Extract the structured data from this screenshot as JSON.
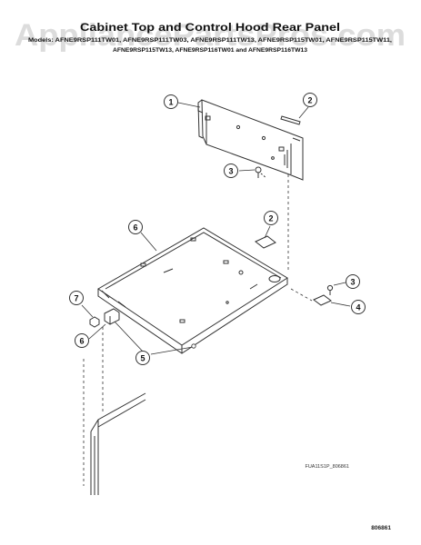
{
  "watermark": "AppliancePartsPros.com",
  "header": {
    "title": "Cabinet Top and Control Hood Rear Panel",
    "models_line1": "Models: AFNE9RSP111TW01, AFNE9RSP111TW03, AFNE9RSP111TW13, AFNE9RSP115TW01, AFNE9RSP115TW11,",
    "models_line2": "AFNE9RSP115TW13, AFNE9RSP116TW01 and AFNE9RSP116TW13"
  },
  "callouts": [
    "1",
    "2",
    "3",
    "2",
    "6",
    "3",
    "4",
    "7",
    "5",
    "6"
  ],
  "figure_code": "FUA11S1P_806861",
  "page_code": "806861",
  "colors": {
    "line": "#333333",
    "watermark": "#d6d6d6"
  }
}
